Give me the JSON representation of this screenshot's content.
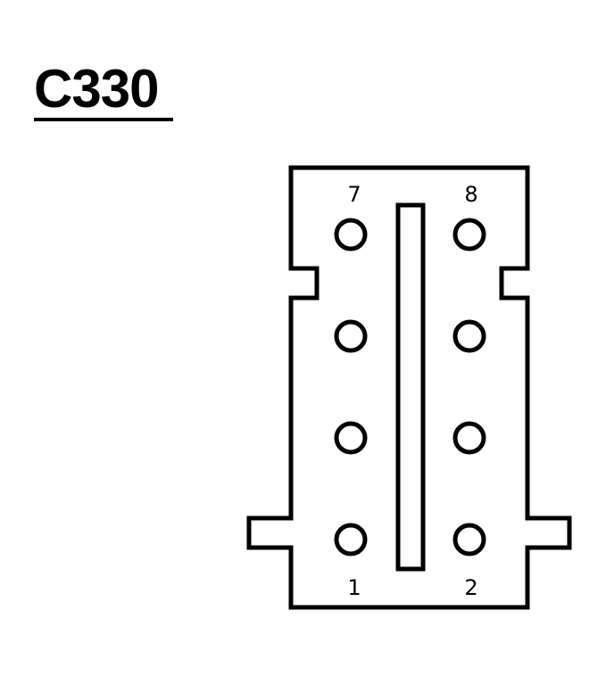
{
  "connector": {
    "id": "C330"
  },
  "pins": {
    "top_left": "7",
    "top_right": "8",
    "bottom_left": "1",
    "bottom_right": "2"
  },
  "colors": {
    "line": "#000000",
    "background": "#ffffff"
  }
}
